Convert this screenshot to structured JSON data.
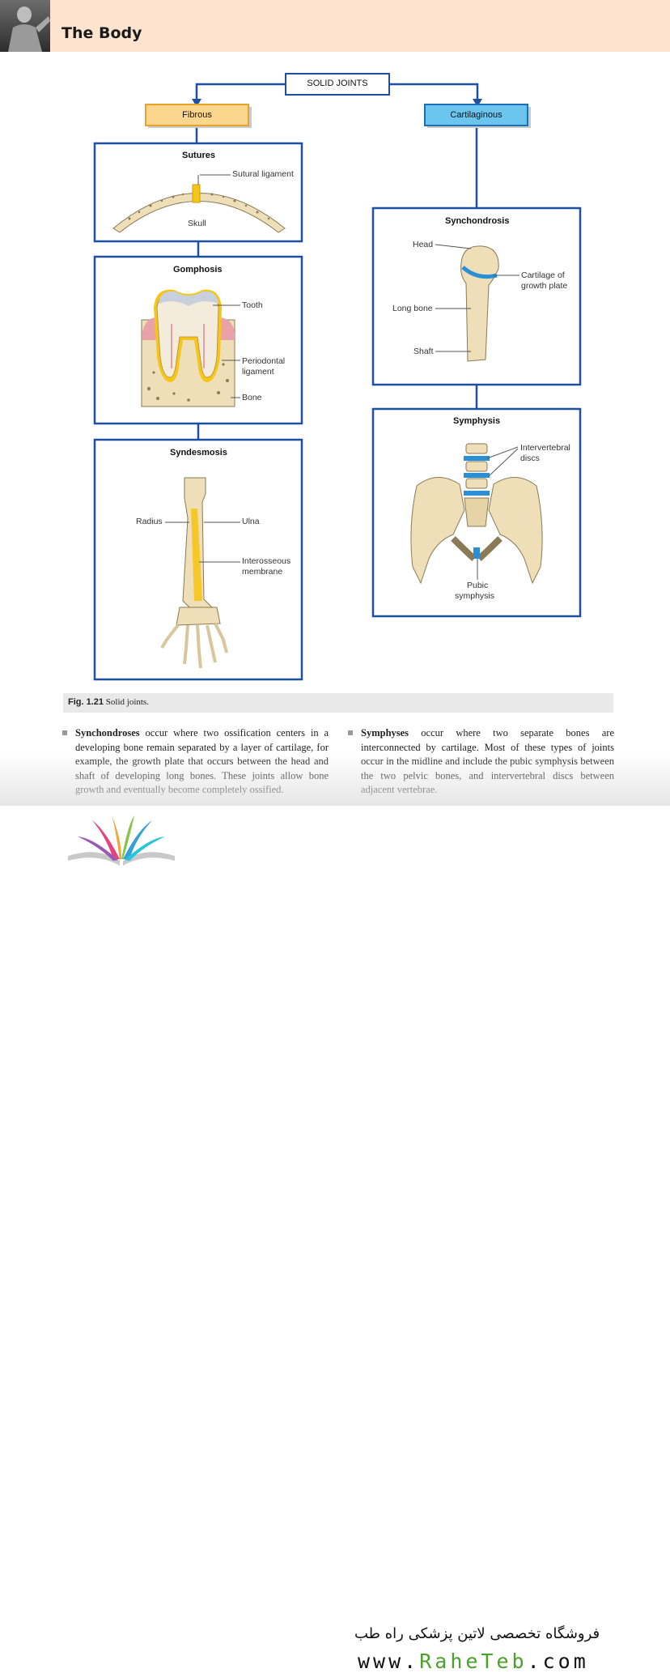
{
  "header": {
    "title": "The Body"
  },
  "diagram": {
    "root": "SOLID JOINTS",
    "fibrous": "Fibrous",
    "cartilaginous": "Cartilaginous",
    "sutures": {
      "title": "Sutures",
      "ligament": "Sutural ligament",
      "skull": "Skull"
    },
    "gomphosis": {
      "title": "Gomphosis",
      "tooth": "Tooth",
      "periodontal_1": "Periodontal",
      "periodontal_2": "ligament",
      "bone": "Bone"
    },
    "syndesmosis": {
      "title": "Syndesmosis",
      "radius": "Radius",
      "ulna": "Ulna",
      "membrane_1": "Interosseous",
      "membrane_2": "membrane"
    },
    "synchondrosis": {
      "title": "Synchondrosis",
      "head": "Head",
      "cartilage_1": "Cartilage of",
      "cartilage_2": "growth plate",
      "long_bone": "Long bone",
      "shaft": "Shaft"
    },
    "symphysis": {
      "title": "Symphysis",
      "discs_1": "Intervertebral",
      "discs_2": "discs",
      "pubic_1": "Pubic",
      "pubic_2": "symphysis"
    }
  },
  "caption": {
    "label": "Fig. 1.21",
    "text": "Solid joints."
  },
  "text": {
    "left_term": "Synchondroses",
    "left_body": " occur where two ossification centers in a developing bone remain separated by a layer of cartilage, for example, the growth plate that occurs between the head and shaft of developing long bones. These joints allow bone growth and eventually become completely ossified.",
    "right_term": "Symphyses",
    "right_body": " occur where two separate bones are interconnected by cartilage. Most of these types of joints occur in the midline and include the pubic symphysis between the two pelvic bones, and intervertebral discs between adjacent vertebrae."
  },
  "footer": {
    "shop_name": "فروشگاه تخصصی لاتین پزشکی راه طب",
    "url_prefix": "www.",
    "url_brand": "RaheTeb",
    "url_suffix": ".com"
  },
  "colors": {
    "header_band": "#fce4cf",
    "box_border": "#1f4fa0",
    "fibrous_fill": "#fbd68c",
    "fibrous_border": "#e8a22a",
    "cartilage_fill": "#6cc5ee",
    "bone": "#eedfb8",
    "ligament": "#f5c518",
    "cartilage_blue": "#2b8fd6"
  }
}
